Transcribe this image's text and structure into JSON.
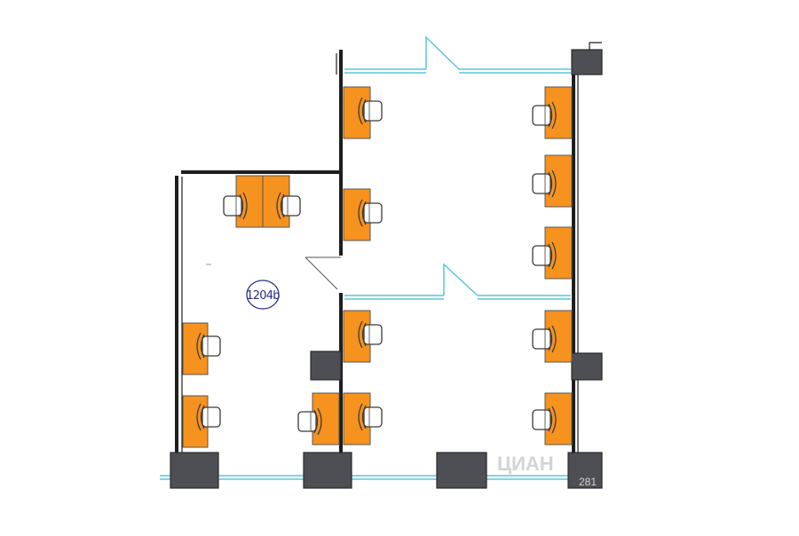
{
  "plan": {
    "room_label": "1204b",
    "watermark": "ЦИАН",
    "watermark_id": "281",
    "colors": {
      "background": "#ffffff",
      "wall": "#1e1e1e",
      "column": "#4d4f54",
      "window": "#5bc7d6",
      "desk": "#f6921e",
      "desk_stroke": "#555555",
      "chair": "#3a3a3a",
      "label": "#2b2b8c",
      "watermark": "#d4d4d4"
    }
  }
}
